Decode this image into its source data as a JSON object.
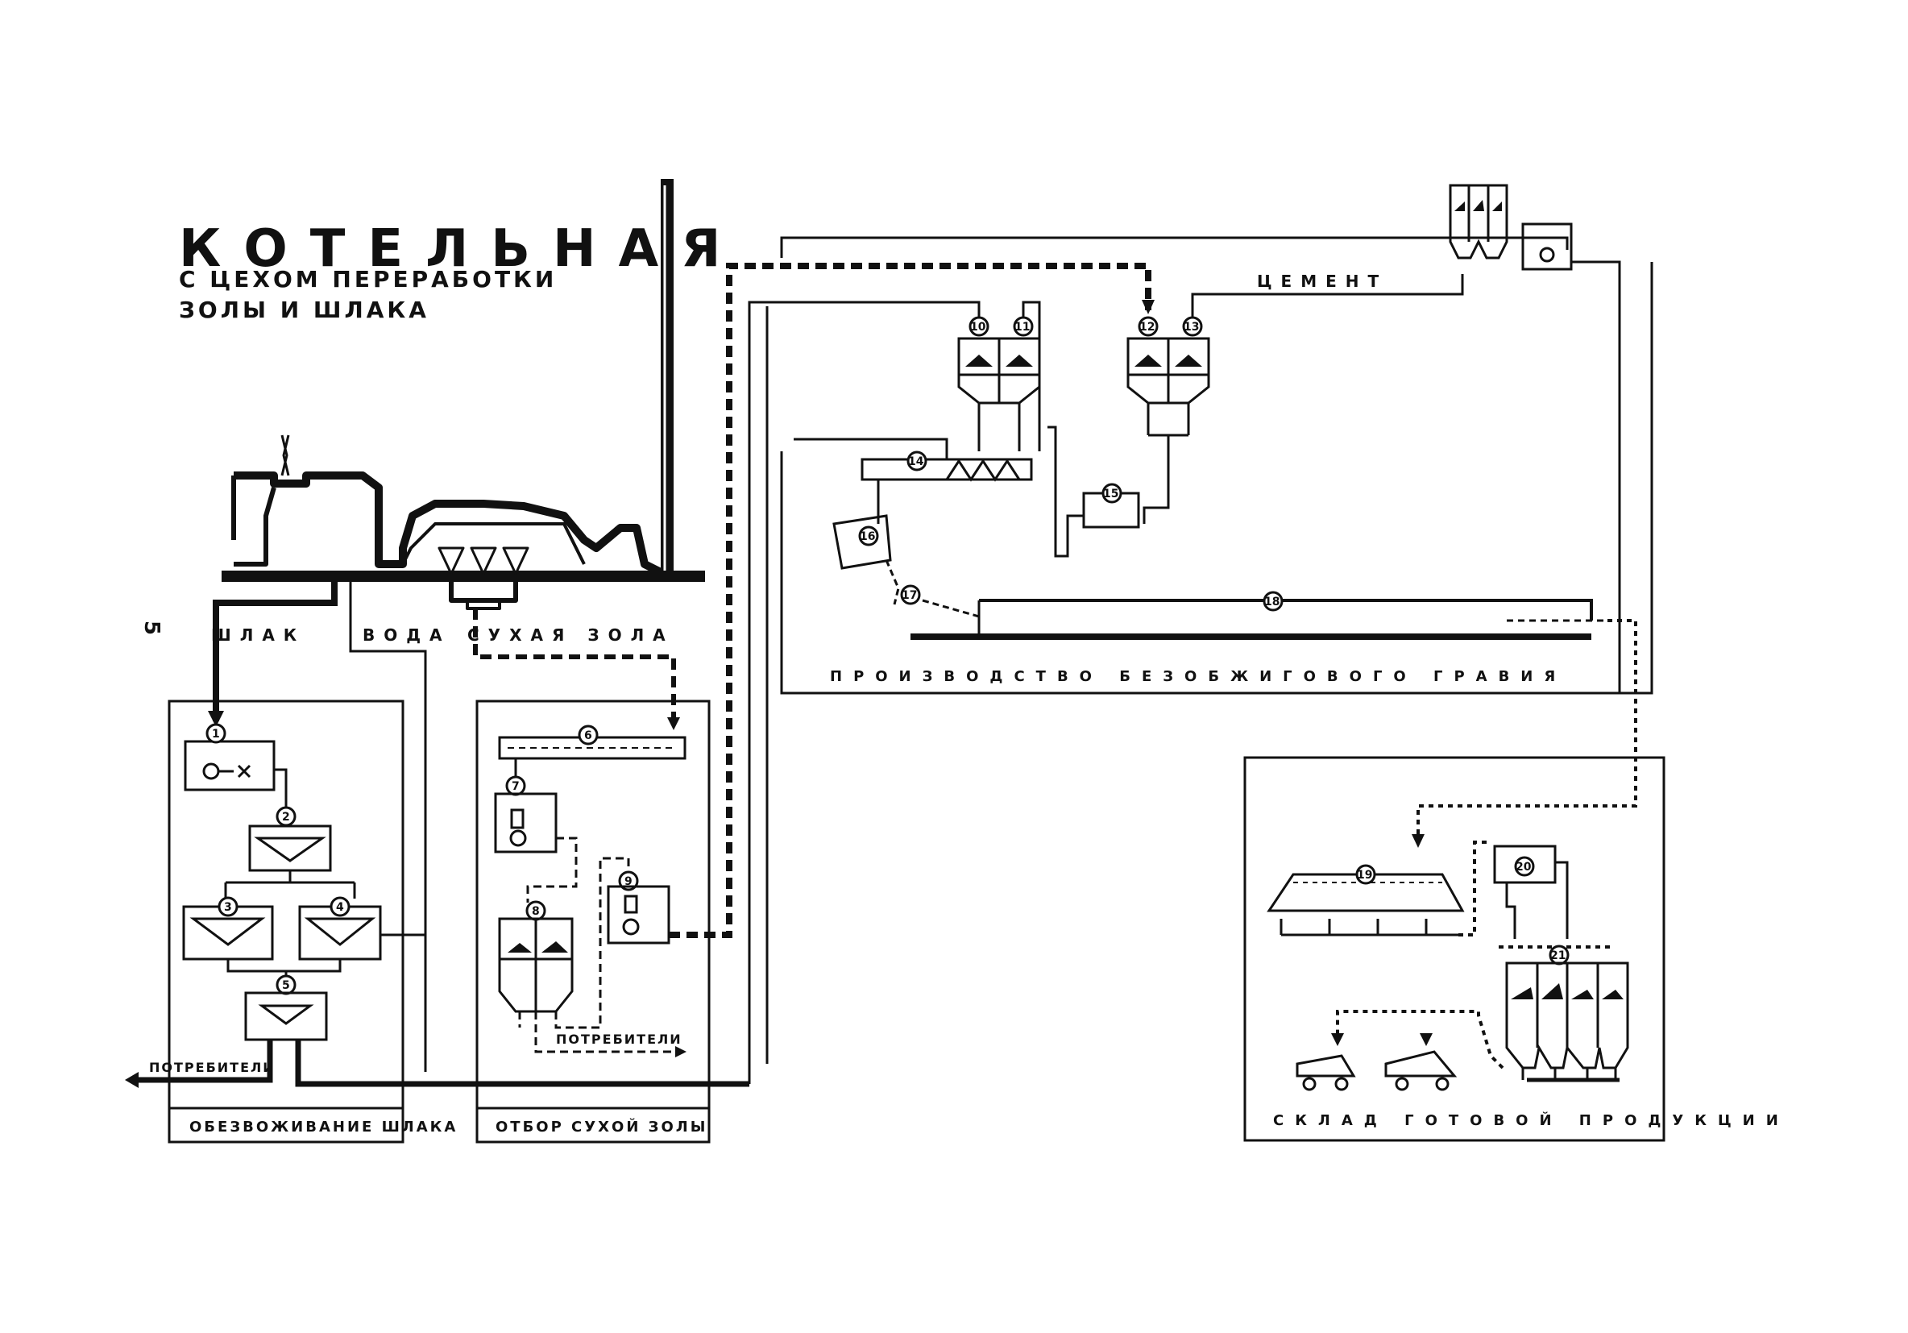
{
  "diagram": {
    "title": "КОТЕЛЬНАЯ",
    "subtitle_line1": "С ЦЕХОМ ПЕРЕРАБОТКИ",
    "subtitle_line2": "ЗОЛЫ И ШЛАКА",
    "side_mark": "5",
    "stream_labels": {
      "slag": "ШЛАК",
      "water": "ВОДА",
      "dry_ash": "СУХАЯ ЗОЛА",
      "cement": "ЦЕМЕНТ"
    },
    "section_labels": {
      "slag_dewatering": "ОБЕЗВОЖИВАНИЕ ШЛАКА",
      "dry_ash_selection": "ОТБОР СУХОЙ ЗОЛЫ",
      "gravel_production": "ПРОИЗВОДСТВО БЕЗОБЖИГОВОГО ГРАВИЯ",
      "finished_storage": "СКЛАД ГОТОВОЙ ПРОДУКЦИИ"
    },
    "consumer_labels": {
      "slag_consumers": "ПОТРЕБИТЕЛИ",
      "ash_consumers": "ПОТРЕБИТЕЛИ"
    },
    "equipment_numbers": {
      "slag_feeder": "1",
      "slag_crusher": "2",
      "slag_classifier_left": "3",
      "slag_classifier_right": "4",
      "slag_final": "5",
      "ash_conveyor": "6",
      "ash_pump": "7",
      "ash_silo": "8",
      "ash_pneumo": "9",
      "silo_a_left": "10",
      "silo_a_right": "11",
      "silo_b_left": "12",
      "silo_b_right": "13",
      "mixer_screw": "14",
      "cement_pump": "15",
      "granulator": "16",
      "gran_feeder": "17",
      "long_conveyor": "18",
      "storage_sieve": "19",
      "storage_feeder": "20",
      "storage_silos": "21"
    }
  }
}
